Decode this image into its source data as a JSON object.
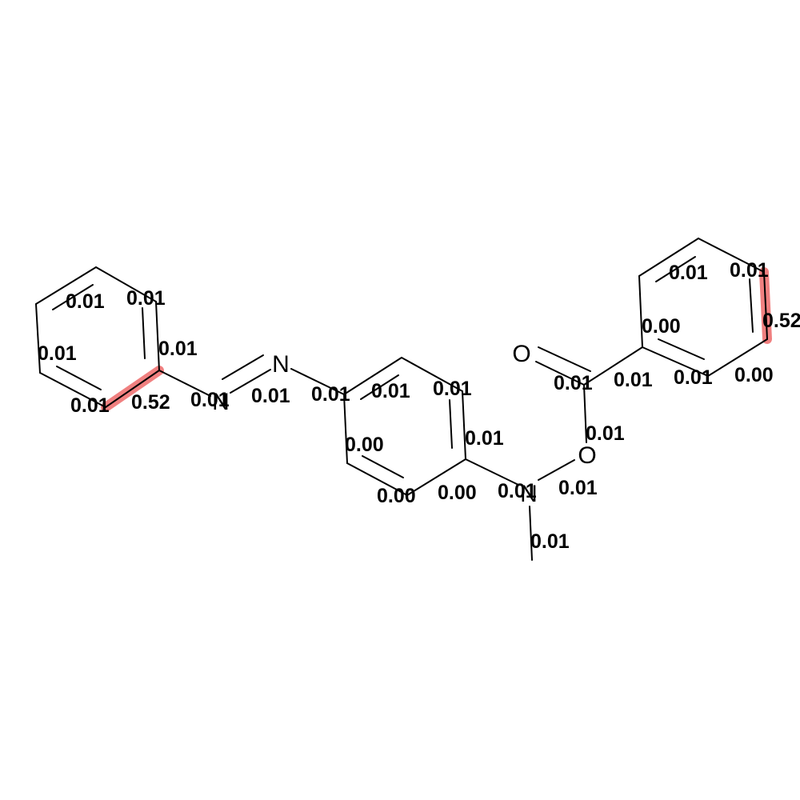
{
  "colors": {
    "bond": "#000000",
    "highlight": "#f08080",
    "background": "#ffffff"
  },
  "atoms": [
    {
      "id": "n_azo_upper",
      "symbol": "N"
    },
    {
      "id": "n_azo_lower",
      "symbol": "N"
    },
    {
      "id": "o_carbonyl",
      "symbol": "O"
    },
    {
      "id": "o_ester",
      "symbol": "O"
    },
    {
      "id": "n_amine",
      "symbol": "N"
    }
  ],
  "bond_weights": [
    {
      "id": "w_ring1_top_left",
      "text": "0.01"
    },
    {
      "id": "w_ring1_top_right",
      "text": "0.01"
    },
    {
      "id": "w_ring1_left",
      "text": "0.01"
    },
    {
      "id": "w_ring1_right",
      "text": "0.01"
    },
    {
      "id": "w_ring1_bottom_left",
      "text": "0.01"
    },
    {
      "id": "w_ring1_bottom_right",
      "text": "0.52",
      "highlighted": true
    },
    {
      "id": "w_c_n_azo",
      "text": "0.01"
    },
    {
      "id": "w_n_n_azo",
      "text": "0.01"
    },
    {
      "id": "w_n_c_ring2",
      "text": "0.01"
    },
    {
      "id": "w_ring2_top_left",
      "text": "0.01"
    },
    {
      "id": "w_ring2_top_right",
      "text": "0.01"
    },
    {
      "id": "w_ring2_right",
      "text": "0.01"
    },
    {
      "id": "w_ring2_left",
      "text": "0.00"
    },
    {
      "id": "w_ring2_bottom_left",
      "text": "0.00"
    },
    {
      "id": "w_ring2_bottom_right",
      "text": "0.00"
    },
    {
      "id": "w_c_n_amine",
      "text": "0.01"
    },
    {
      "id": "w_n_o",
      "text": "0.01"
    },
    {
      "id": "w_n_methyl",
      "text": "0.01"
    },
    {
      "id": "w_o_c_ester",
      "text": "0.01"
    },
    {
      "id": "w_c_o_carbonyl",
      "text": "0.01"
    },
    {
      "id": "w_c_c_ring3",
      "text": "0.01"
    },
    {
      "id": "w_ring3_left",
      "text": "0.00"
    },
    {
      "id": "w_ring3_top_left",
      "text": "0.01"
    },
    {
      "id": "w_ring3_top_right",
      "text": "0.01"
    },
    {
      "id": "w_ring3_right",
      "text": "0.52",
      "highlighted": true
    },
    {
      "id": "w_ring3_bottom_right",
      "text": "0.00"
    },
    {
      "id": "w_ring3_bottom_left",
      "text": "0.01"
    }
  ]
}
